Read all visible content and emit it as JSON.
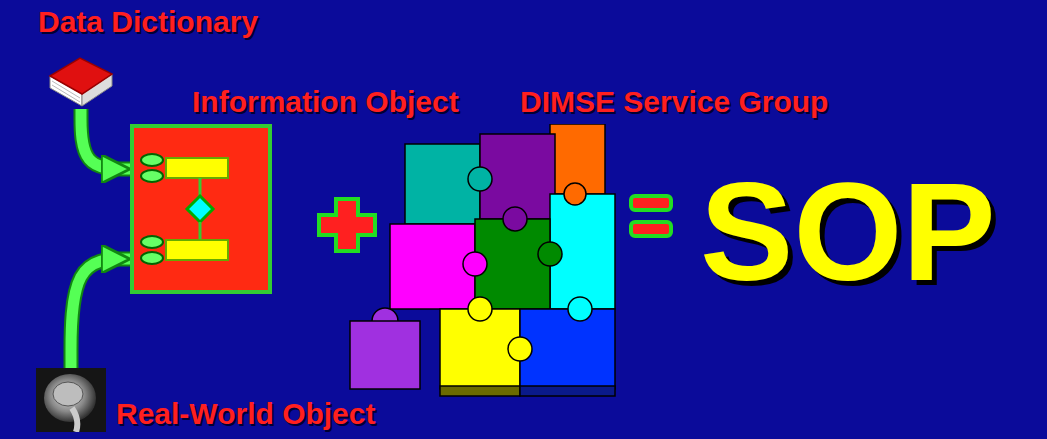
{
  "diagram": {
    "nodes": [
      {
        "text": [
          "Data Dictionary"
        ]
      },
      {
        "text": [
          "Information Object"
        ]
      },
      {
        "text": [
          "DIMSE Service Group"
        ]
      },
      {
        "text": [
          "Real-World Object"
        ]
      }
    ],
    "edges": [
      {
        "from": 0,
        "to": 1,
        "arrow": "to"
      },
      {
        "from": 3,
        "to": 1,
        "arrow": "to"
      }
    ],
    "labels": [
      "SOP"
    ]
  }
}
